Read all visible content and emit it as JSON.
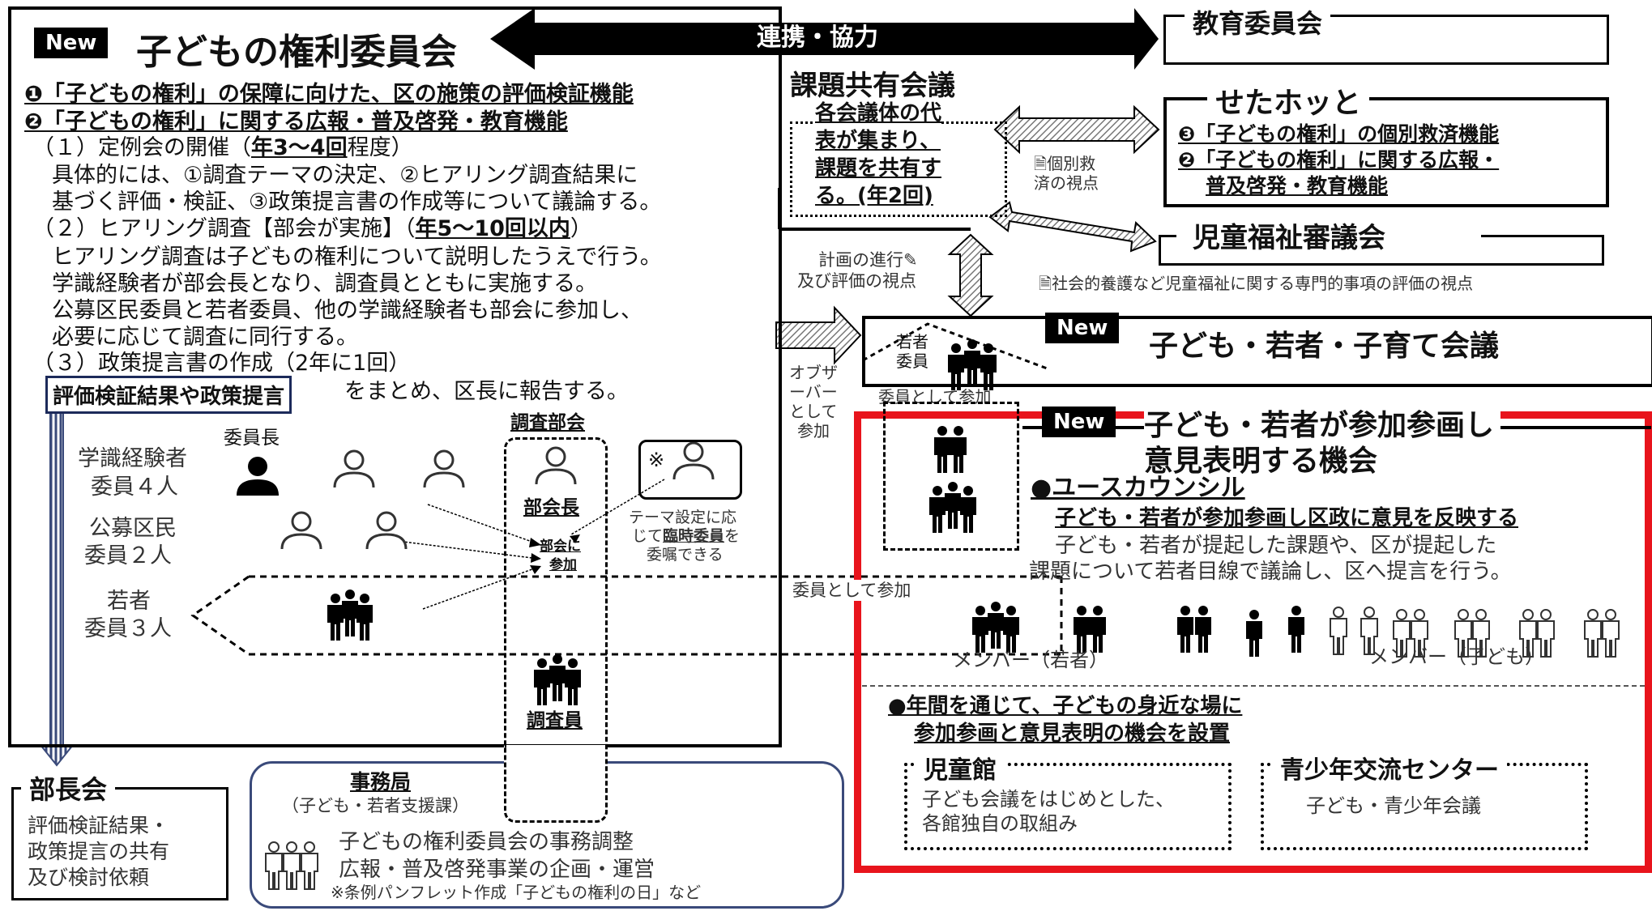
{
  "colors": {
    "accent_red": "#e8141c",
    "black": "#000000",
    "gray_text": "#333333"
  },
  "new_label": "New",
  "left_panel": {
    "title": "子どもの権利委員会",
    "func1": "❶「子どもの権利」の保障に向けた、区の施策の評価検証機能",
    "func2": "❷「子どもの権利」に関する広報・普及啓発・教育機能",
    "item1_pre": "（１）定例会の開催（",
    "item1_bold": "年3〜4回",
    "item1_post": "程度）",
    "item1_desc1": "具体的には、①調査テーマの決定、②ヒアリング調査結果に",
    "item1_desc2": "基づく評価・検証、③政策提言書の作成等について議論する。",
    "item2_pre": "（２）ヒアリング調査【部会が実施】（",
    "item2_bold": "年5〜10回以内",
    "item2_post": "）",
    "item2_desc1": "ヒアリング調査は子どもの権利について説明したうえで行う。",
    "item2_desc2": "学識経験者が部会長となり、調査員とともに実施する。",
    "item2_desc3": "公募区民委員と若者委員、他の学識経験者も部会に参加し、",
    "item2_desc4": "必要に応じて調査に同行する。",
    "item3": "（３）政策提言書の作成（2年に1回）",
    "result_box": "評価検証結果や政策提言",
    "result_post": "をまとめ、区長に報告する。",
    "chair_label": "委員長",
    "members": [
      {
        "line1": "学識経験者",
        "line2": "委員４人"
      },
      {
        "line1": "公募区民",
        "line2": "委員２人"
      },
      {
        "line1": "若者",
        "line2": "委員３人"
      }
    ],
    "subcommittee_title": "調査部会",
    "subcommittee_head": "部会長",
    "subcommittee_join1": "部会に",
    "subcommittee_join2": "参加",
    "investigators": "調査員",
    "temp_mark": "※",
    "temp_note1": "テーマ設定に応",
    "temp_note2_pre": "じて",
    "temp_note2_bold": "臨時委員",
    "temp_note2_post": "を",
    "temp_note3": "委嘱できる"
  },
  "cooperation_label": "連携・協力",
  "issue_meeting": {
    "title": "課題共有会議",
    "desc1": "各会議体の代",
    "desc2": "表が集まり、",
    "desc3": "課題を共有す",
    "desc4": "る。(年2回)"
  },
  "edu_board": "教育委員会",
  "setahotto": {
    "title": "せたホッと",
    "line1": "❸「子どもの権利」の個別救済機能",
    "line2": "❷「子どもの権利」に関する広報・",
    "line3": "普及啓発・教育機能"
  },
  "relief_view1": "個別救",
  "relief_view2": "済の視点",
  "welfare": {
    "title": "児童福祉審議会",
    "note": "社会的養護など児童福祉に関する専門的事項の評価の視点"
  },
  "plan_view1": "計画の進行",
  "plan_view2": "及び評価の視点",
  "kodomo_council": {
    "title": "子ども・若者・子育て会議",
    "youth_member1": "若者",
    "youth_member2": "委員",
    "observer": [
      "オブザ",
      "ーバー",
      "として",
      "参加"
    ],
    "as_member": "委員として参加"
  },
  "participation": {
    "title1": "子ども・若者が参加参画し",
    "title2": "意見表明する機会",
    "youth_council": "●ユースカウンシル",
    "youth_council_sub": "子ども・若者が参加参画し区政に意見を反映する",
    "youth_desc1": "子ども・若者が提起した課題や、区が提起した",
    "youth_desc2": "課題について若者目線で議論し、区へ提言を行う。",
    "member_youth": "メンバー（若者）",
    "member_children": "メンバー（子ども）",
    "as_member": "委員として参加",
    "yearround1": "●年間を通じて、子どもの身近な場に",
    "yearround2": "参加参画と意見表明の機会を設置",
    "jidokan_title": "児童館",
    "jidokan_desc1": "子ども会議をはじめとした、",
    "jidokan_desc2": "各館独自の取組み",
    "youth_center_title": "青少年交流センター",
    "youth_center_desc": "子ども・青少年会議"
  },
  "bucho": {
    "title": "部長会",
    "desc1": "評価検証結果・",
    "desc2": "政策提言の共有",
    "desc3": "及び検討依頼"
  },
  "secretariat": {
    "title": "事務局",
    "sub": "（子ども・若者支援課）",
    "desc1": "子どもの権利委員会の事務調整",
    "desc2": "広報・普及啓発事業の企画・運営",
    "desc3": "※条例パンフレット作成「子どもの権利の日」など"
  }
}
